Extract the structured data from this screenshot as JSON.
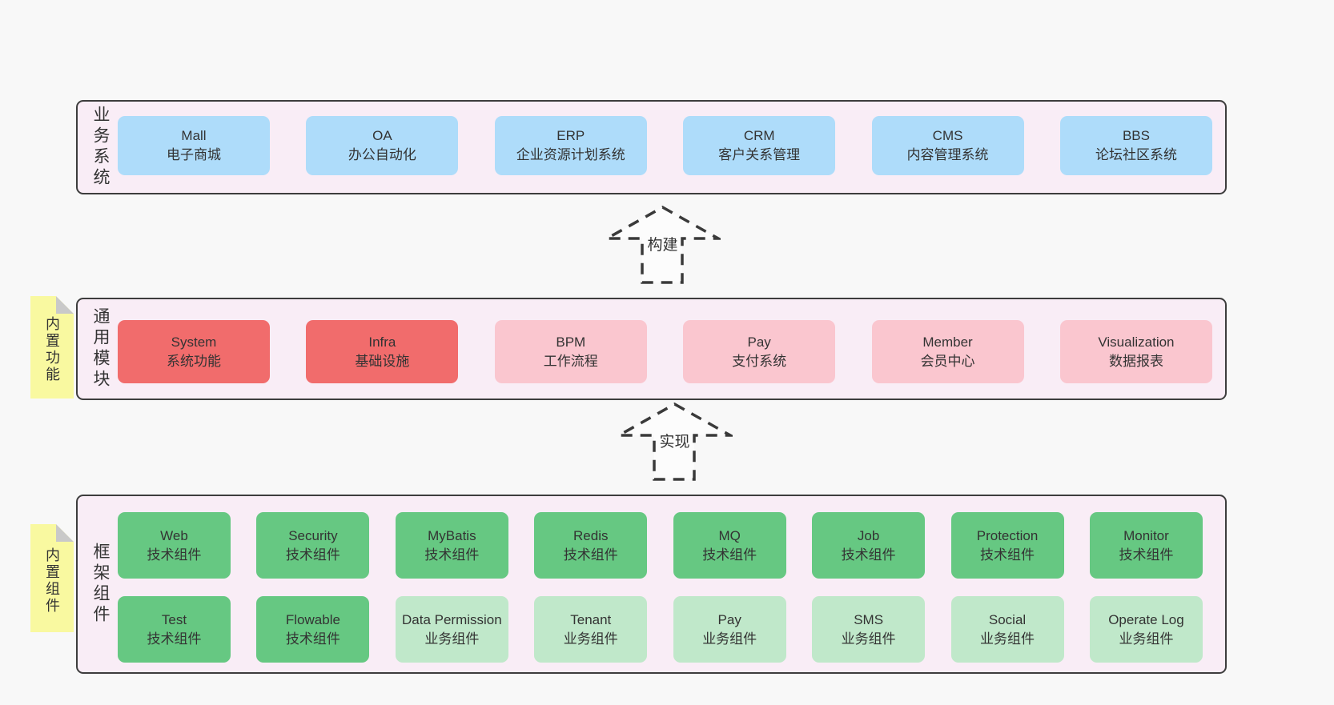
{
  "colors": {
    "page-bg": "#f8f8f8",
    "section-bg": "#f9edf6",
    "section-border": "#3d3d3d",
    "box-blue": "#aedcfa",
    "box-red": "#f16c6c",
    "box-pink": "#fac6cf",
    "box-green-dark": "#66c882",
    "box-green-light": "#c0e8ca",
    "tag-yellow": "#f9f9a0",
    "tag-fold": "#c9c9c9",
    "text": "#333333"
  },
  "arrows": [
    {
      "label": "构建"
    },
    {
      "label": "实现"
    }
  ],
  "sections": [
    {
      "id": "business",
      "label_vertical": "业务系统",
      "tag": null,
      "items": [
        {
          "name": "Mall",
          "desc": "电子商城",
          "type": "blue"
        },
        {
          "name": "OA",
          "desc": "办公自动化",
          "type": "blue"
        },
        {
          "name": "ERP",
          "desc": "企业资源计划系统",
          "type": "blue"
        },
        {
          "name": "CRM",
          "desc": "客户关系管理",
          "type": "blue"
        },
        {
          "name": "CMS",
          "desc": "内容管理系统",
          "type": "blue"
        },
        {
          "name": "BBS",
          "desc": "论坛社区系统",
          "type": "blue"
        }
      ]
    },
    {
      "id": "modules",
      "label_vertical": "通用模块",
      "tag": "内置功能",
      "items": [
        {
          "name": "System",
          "desc": "系统功能",
          "type": "red"
        },
        {
          "name": "Infra",
          "desc": "基础设施",
          "type": "red"
        },
        {
          "name": "BPM",
          "desc": "工作流程",
          "type": "pink"
        },
        {
          "name": "Pay",
          "desc": "支付系统",
          "type": "pink"
        },
        {
          "name": "Member",
          "desc": "会员中心",
          "type": "pink"
        },
        {
          "name": "Visualization",
          "desc": "数据报表",
          "type": "pink"
        }
      ]
    },
    {
      "id": "components",
      "label_vertical": "框架组件",
      "tag": "内置组件",
      "rows": [
        [
          {
            "name": "Web",
            "desc": "技术组件",
            "type": "green-dark"
          },
          {
            "name": "Security",
            "desc": "技术组件",
            "type": "green-dark"
          },
          {
            "name": "MyBatis",
            "desc": "技术组件",
            "type": "green-dark"
          },
          {
            "name": "Redis",
            "desc": "技术组件",
            "type": "green-dark"
          },
          {
            "name": "MQ",
            "desc": "技术组件",
            "type": "green-dark"
          },
          {
            "name": "Job",
            "desc": "技术组件",
            "type": "green-dark"
          },
          {
            "name": "Protection",
            "desc": "技术组件",
            "type": "green-dark"
          },
          {
            "name": "Monitor",
            "desc": "技术组件",
            "type": "green-dark"
          }
        ],
        [
          {
            "name": "Test",
            "desc": "技术组件",
            "type": "green-dark"
          },
          {
            "name": "Flowable",
            "desc": "技术组件",
            "type": "green-dark"
          },
          {
            "name": "Data Permission",
            "desc": "业务组件",
            "type": "green-light"
          },
          {
            "name": "Tenant",
            "desc": "业务组件",
            "type": "green-light"
          },
          {
            "name": "Pay",
            "desc": "业务组件",
            "type": "green-light"
          },
          {
            "name": "SMS",
            "desc": "业务组件",
            "type": "green-light"
          },
          {
            "name": "Social",
            "desc": "业务组件",
            "type": "green-light"
          },
          {
            "name": "Operate Log",
            "desc": "业务组件",
            "type": "green-light"
          }
        ]
      ]
    }
  ]
}
